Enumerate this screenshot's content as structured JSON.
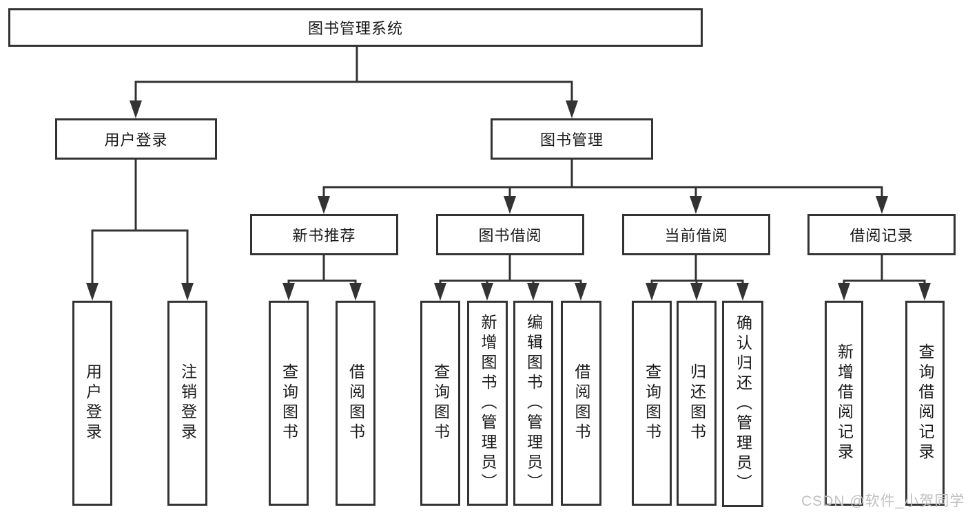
{
  "colors": {
    "line": "#333333",
    "box_border": "#333333",
    "box_fill": "#ffffff",
    "text": "#1a1a1a",
    "watermark": "#c0c0c0",
    "background": "#ffffff"
  },
  "title": {
    "label": "图书管理系统"
  },
  "nodes": {
    "user_login": {
      "label": "用户登录",
      "children": [
        {
          "label": "用户登录"
        },
        {
          "label": "注销登录"
        }
      ]
    },
    "book_mgmt": {
      "label": "图书管理",
      "children": [
        {
          "label": "新书推荐",
          "children": [
            {
              "label": "查询图书"
            },
            {
              "label": "借阅图书"
            }
          ]
        },
        {
          "label": "图书借阅",
          "children": [
            {
              "label": "查询图书"
            },
            {
              "label": "新增图书（管理员）"
            },
            {
              "label": "编辑图书（管理员）"
            },
            {
              "label": "借阅图书"
            }
          ]
        },
        {
          "label": "当前借阅",
          "children": [
            {
              "label": "查询图书"
            },
            {
              "label": "归还图书"
            },
            {
              "label": "确认归还（管理员）"
            }
          ]
        },
        {
          "label": "借阅记录",
          "children": [
            {
              "label": "新增借阅记录"
            },
            {
              "label": "查询借阅记录"
            }
          ]
        }
      ]
    }
  },
  "watermark": {
    "text": "CSDN @软件_小贺同学"
  }
}
